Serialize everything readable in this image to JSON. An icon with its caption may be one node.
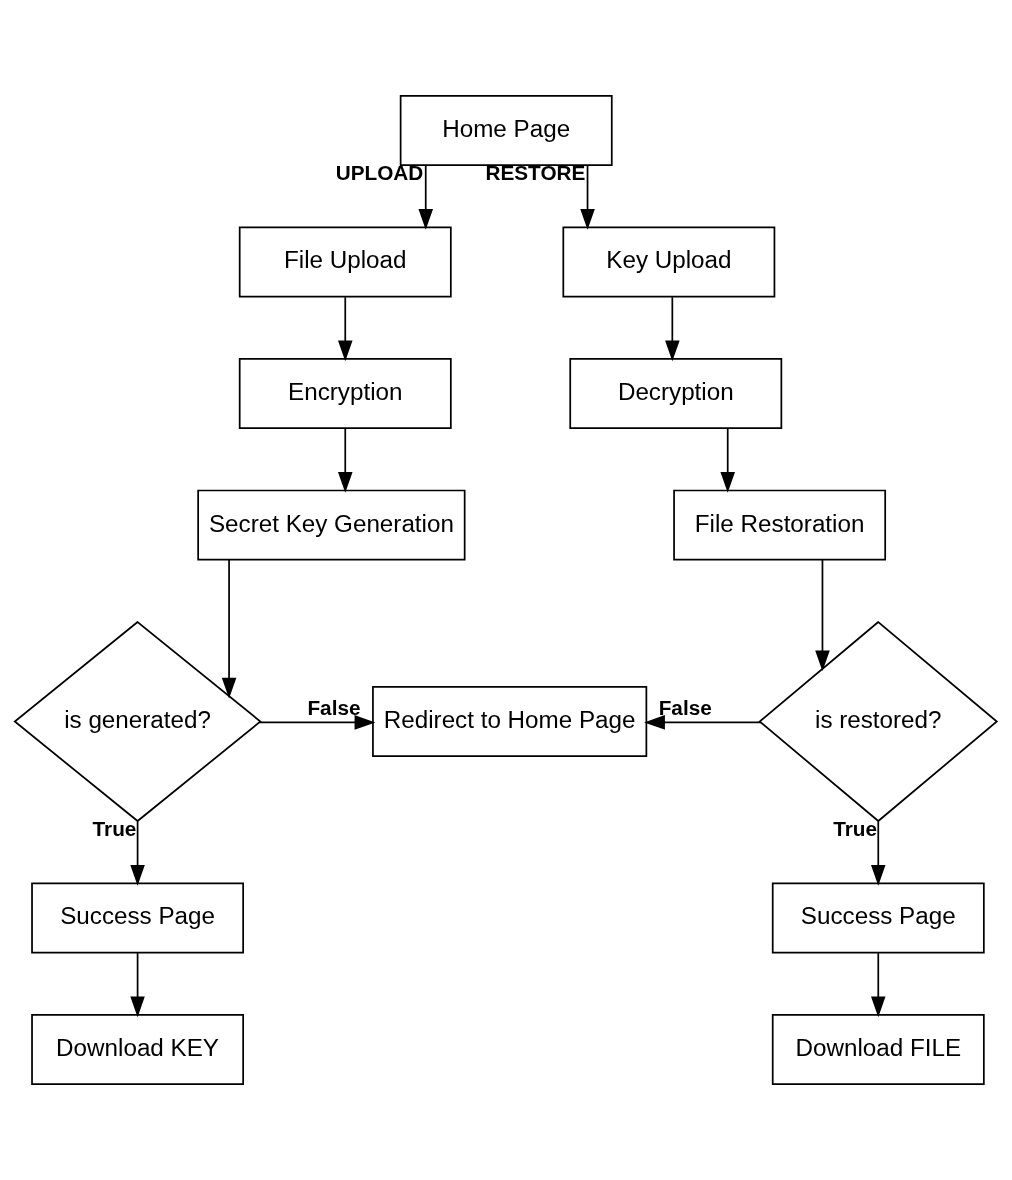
{
  "diagram": {
    "nodes": [
      {
        "text": [
          "Home Page"
        ]
      },
      {
        "text": [
          "File Upload"
        ]
      },
      {
        "text": [
          "Key Upload"
        ]
      },
      {
        "text": [
          "Encryption"
        ]
      },
      {
        "text": [
          "Decryption"
        ]
      },
      {
        "text": [
          "Secret Key Generation"
        ]
      },
      {
        "text": [
          "File Restoration"
        ]
      },
      {
        "text": [
          "is generated?"
        ]
      },
      {
        "text": [
          "Redirect to Home Page"
        ]
      },
      {
        "text": [
          "is restored?"
        ]
      },
      {
        "text": [
          "Success Page"
        ]
      },
      {
        "text": [
          "Success Page"
        ]
      },
      {
        "text": [
          "Download KEY"
        ]
      },
      {
        "text": [
          "Download FILE"
        ]
      }
    ],
    "edges": [
      {
        "from": 0,
        "to": 1,
        "arrow": "to",
        "label": "UPLOAD"
      },
      {
        "from": 0,
        "to": 2,
        "arrow": "to",
        "label": "RESTORE"
      },
      {
        "from": 1,
        "to": 3,
        "arrow": "to"
      },
      {
        "from": 3,
        "to": 5,
        "arrow": "to"
      },
      {
        "from": 5,
        "to": 7,
        "arrow": "to"
      },
      {
        "from": 7,
        "to": 8,
        "arrow": "to",
        "label": "False"
      },
      {
        "from": 7,
        "to": 10,
        "arrow": "to",
        "label": "True"
      },
      {
        "from": 2,
        "to": 4,
        "arrow": "to"
      },
      {
        "from": 4,
        "to": 6,
        "arrow": "to"
      },
      {
        "from": 6,
        "to": 9,
        "arrow": "to"
      },
      {
        "from": 9,
        "to": 8,
        "arrow": "to",
        "label": "False"
      },
      {
        "from": 9,
        "to": 11,
        "arrow": "to",
        "label": "True"
      },
      {
        "from": 10,
        "to": 12,
        "arrow": "to"
      },
      {
        "from": 11,
        "to": 13,
        "arrow": "to"
      }
    ]
  }
}
